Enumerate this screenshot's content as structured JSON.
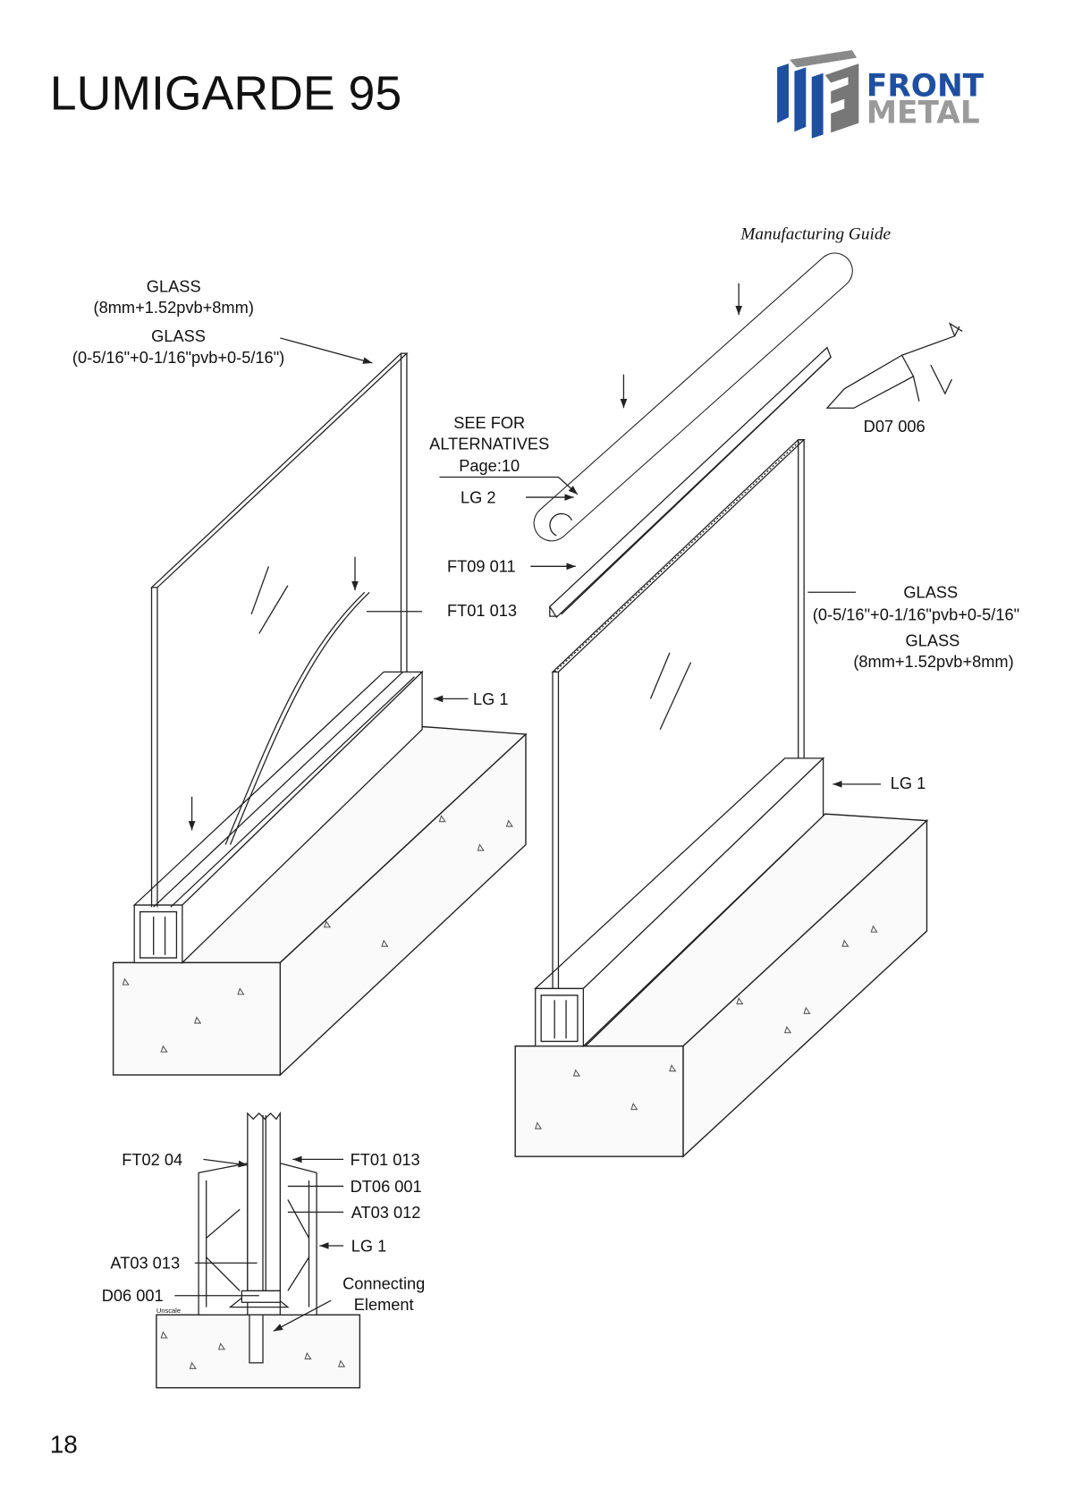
{
  "header": {
    "title": "LUMIGARDE 95",
    "logo_text": [
      "FRONT",
      "METAL"
    ],
    "subtitle": "Manufacturing Guide"
  },
  "colors": {
    "logo_blue": "#1f4fa0",
    "logo_gray": "#8a8a8a"
  },
  "left_assembly": {
    "glass_metric_label": "GLASS",
    "glass_metric_spec": "(8mm+1.52pvb+8mm)",
    "glass_imperial_label": "GLASS",
    "glass_imperial_spec": "(0-5/16\"+0-1/16\"pvb+0-5/16\")",
    "profile_label": "LG 1"
  },
  "right_assembly": {
    "note": [
      "SEE FOR",
      "ALTERNATIVES",
      "Page:10"
    ],
    "handrail_label": "LG 2",
    "channel_label": "FT09 011",
    "gasket_label": "FT01 013",
    "sealant_label": "D07 006",
    "glass_imperial_label": "GLASS",
    "glass_imperial_spec": "(0-5/16\"+0-1/16\"pvb+0-5/16\"",
    "glass_metric_label": "GLASS",
    "glass_metric_spec": "(8mm+1.52pvb+8mm)",
    "profile_label": "LG 1"
  },
  "section_detail": {
    "labels_left": [
      "FT02 04",
      "AT03 013",
      "D06 001"
    ],
    "labels_right": [
      "FT01 013",
      "DT06 001",
      "AT03 012",
      "LG 1"
    ],
    "connecting": [
      "Connecting",
      "Element"
    ],
    "scale_note": "Unscale"
  },
  "footer": {
    "page_number": "18"
  }
}
